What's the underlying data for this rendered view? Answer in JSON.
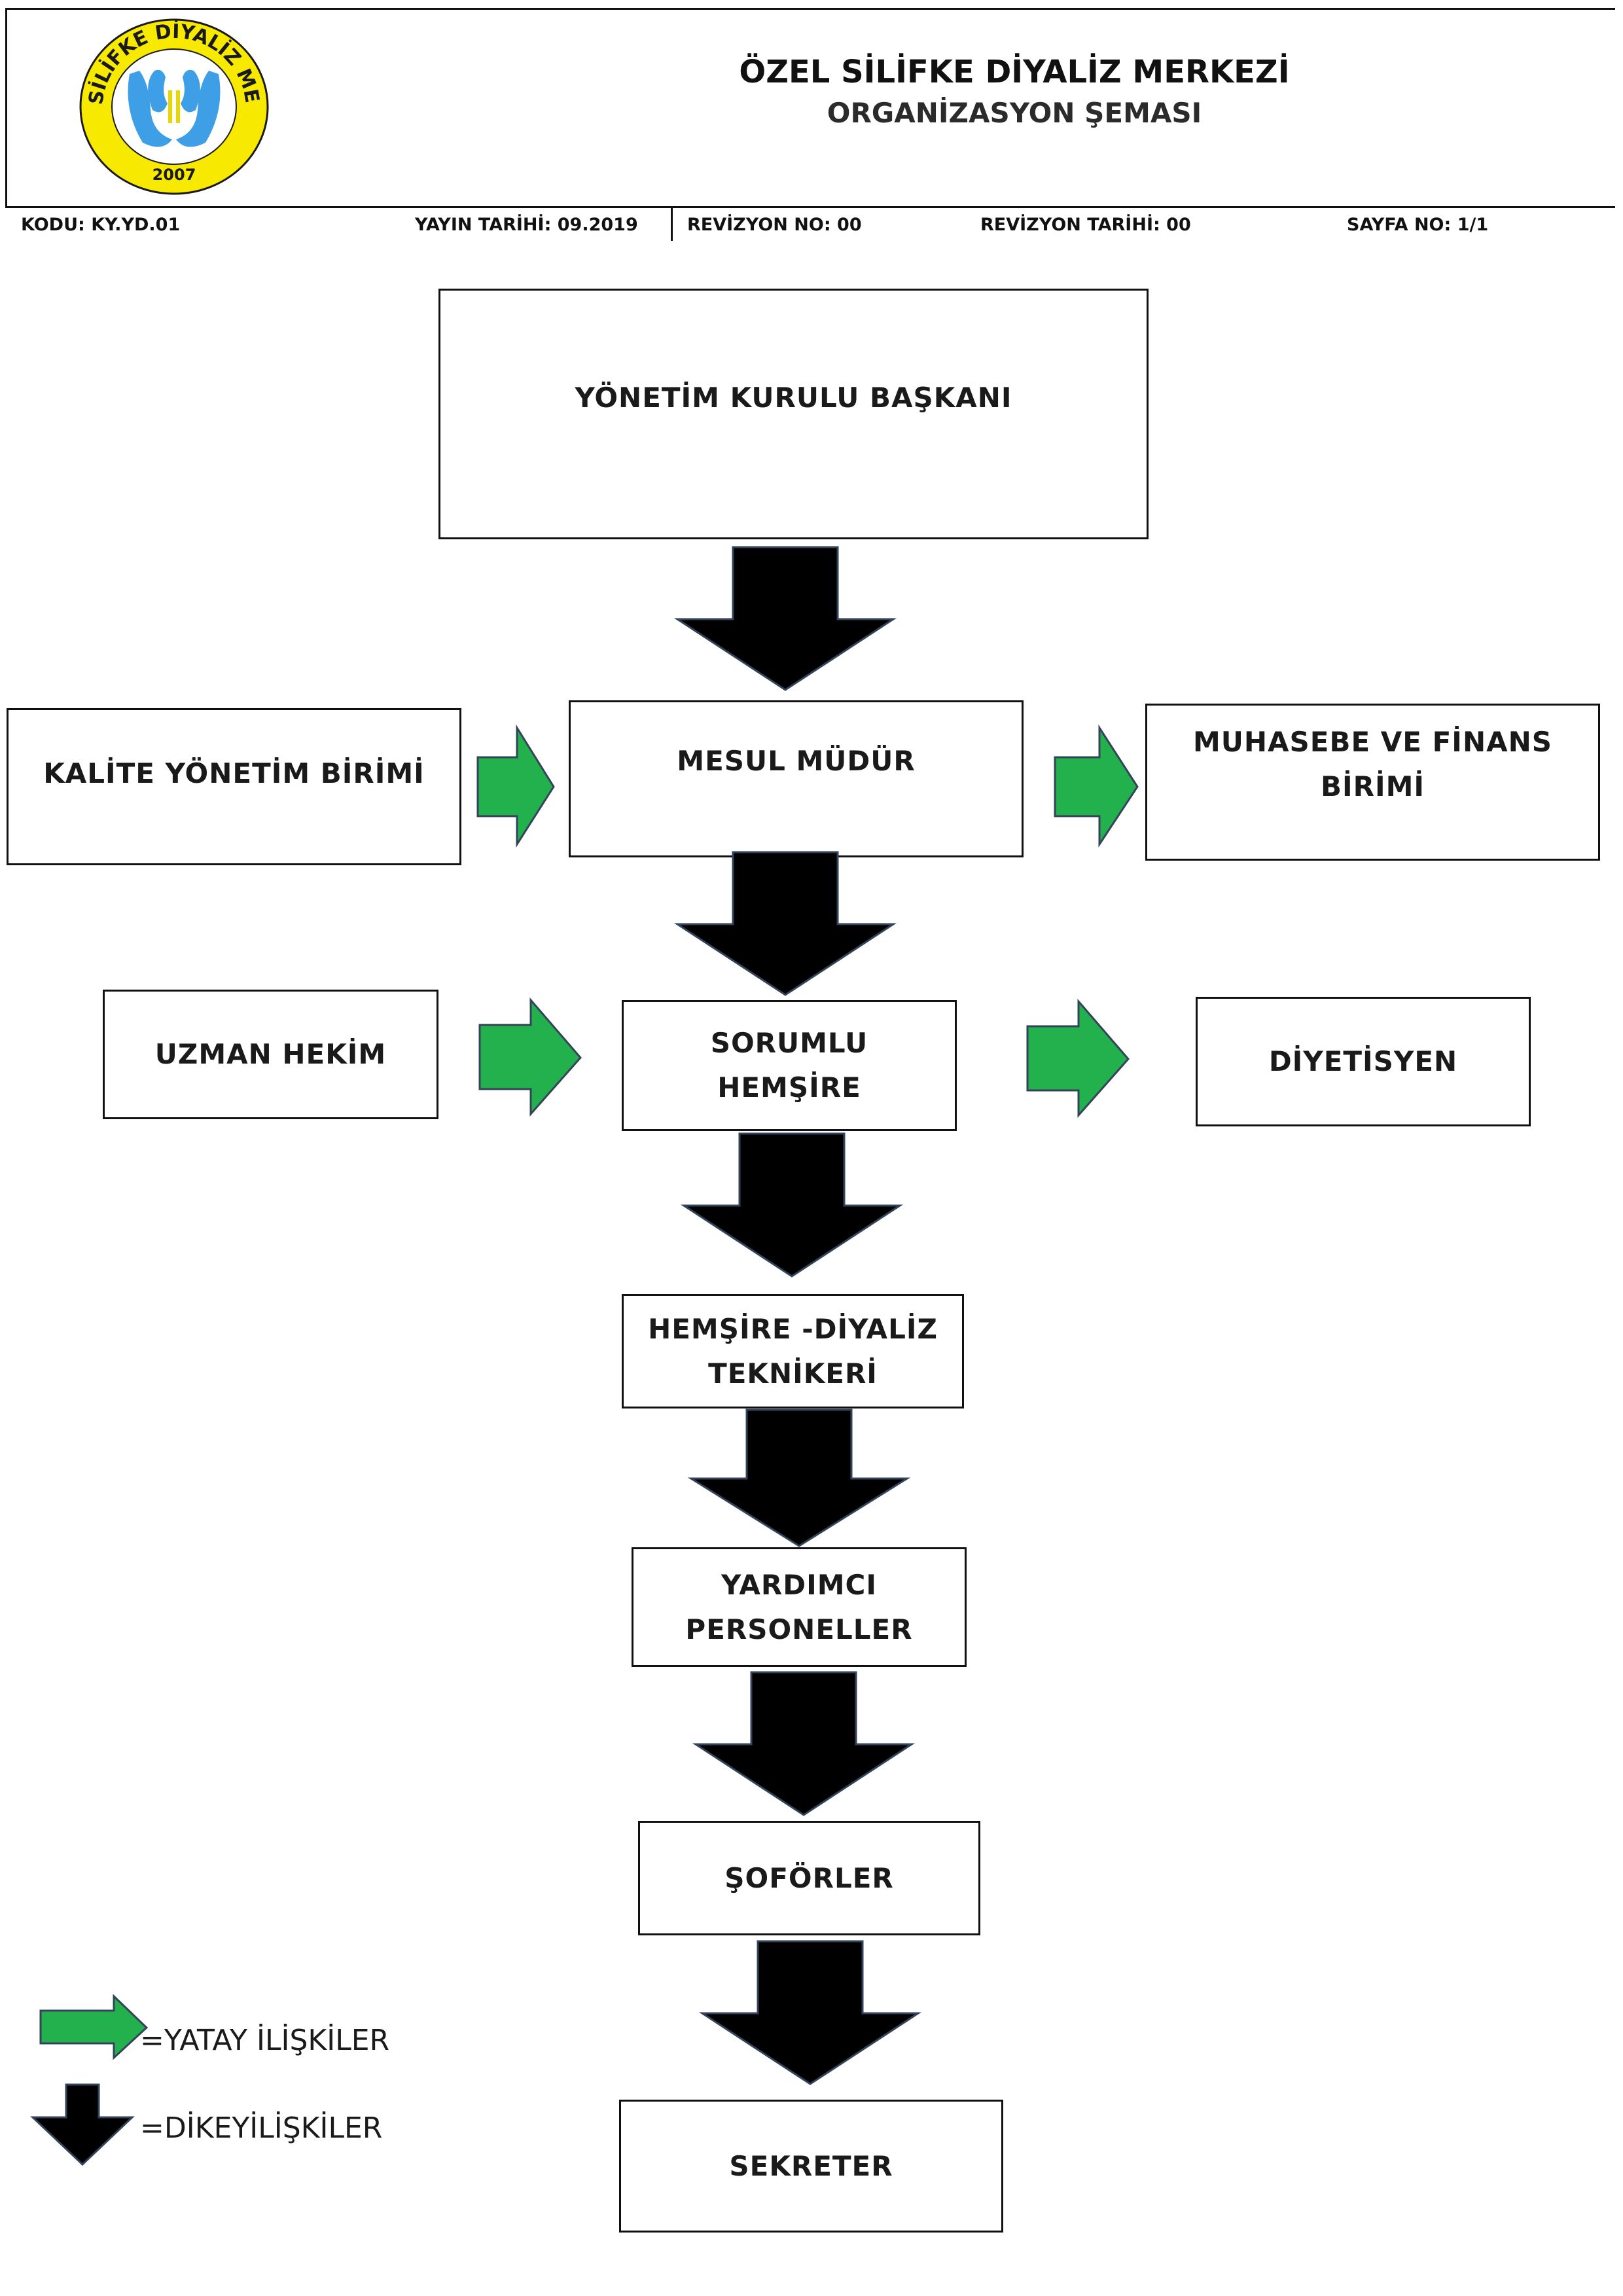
{
  "header": {
    "logo": {
      "ring_text": "ÖZEL SİLİFKE DİYALİZ MERKEZİ",
      "year": "2007",
      "icon": "hands-kidney-logo",
      "colors": {
        "ring": "#f7ea00",
        "hands": "#3e9fe6"
      }
    },
    "title": "ÖZEL SİLİFKE DİYALİZ MERKEZİ",
    "subtitle": "ORGANİZASYON ŞEMASI",
    "meta": {
      "kodu": "KODU: KY.YD.01",
      "yayin_tarihi": "YAYIN TARİHİ: 09.2019",
      "revizyon_no": "REVİZYON NO: 00",
      "revizyon_tarihi": "REVİZYON TARİHİ: 00",
      "sayfa_no": "SAYFA NO: 1/1"
    }
  },
  "nodes": {
    "yonetim": "YÖNETİM KURULU BAŞKANI",
    "kalite": "KALİTE YÖNETİM BİRİMİ",
    "mesul": "MESUL MÜDÜR",
    "muhasebe": "MUHASEBE VE FİNANS\nBİRİMİ",
    "uzman": "UZMAN HEKİM",
    "sorumlu": "SORUMLU\nHEMŞİRE",
    "diyetisyen": "DİYETİSYEN",
    "hemsire": "HEMŞİRE -DİYALİZ\nTEKNİKERİ",
    "yardimci": "YARDIMCI\nPERSONELLER",
    "soforler": "ŞOFÖRLER",
    "sekreter": "SEKRETER"
  },
  "legend": {
    "horizontal": "=YATAY İLİŞKİLER",
    "vertical": "=DİKEYİLİŞKİLER"
  },
  "colors": {
    "horizontal_arrow": "#22b14c",
    "vertical_arrow": "#000000"
  }
}
